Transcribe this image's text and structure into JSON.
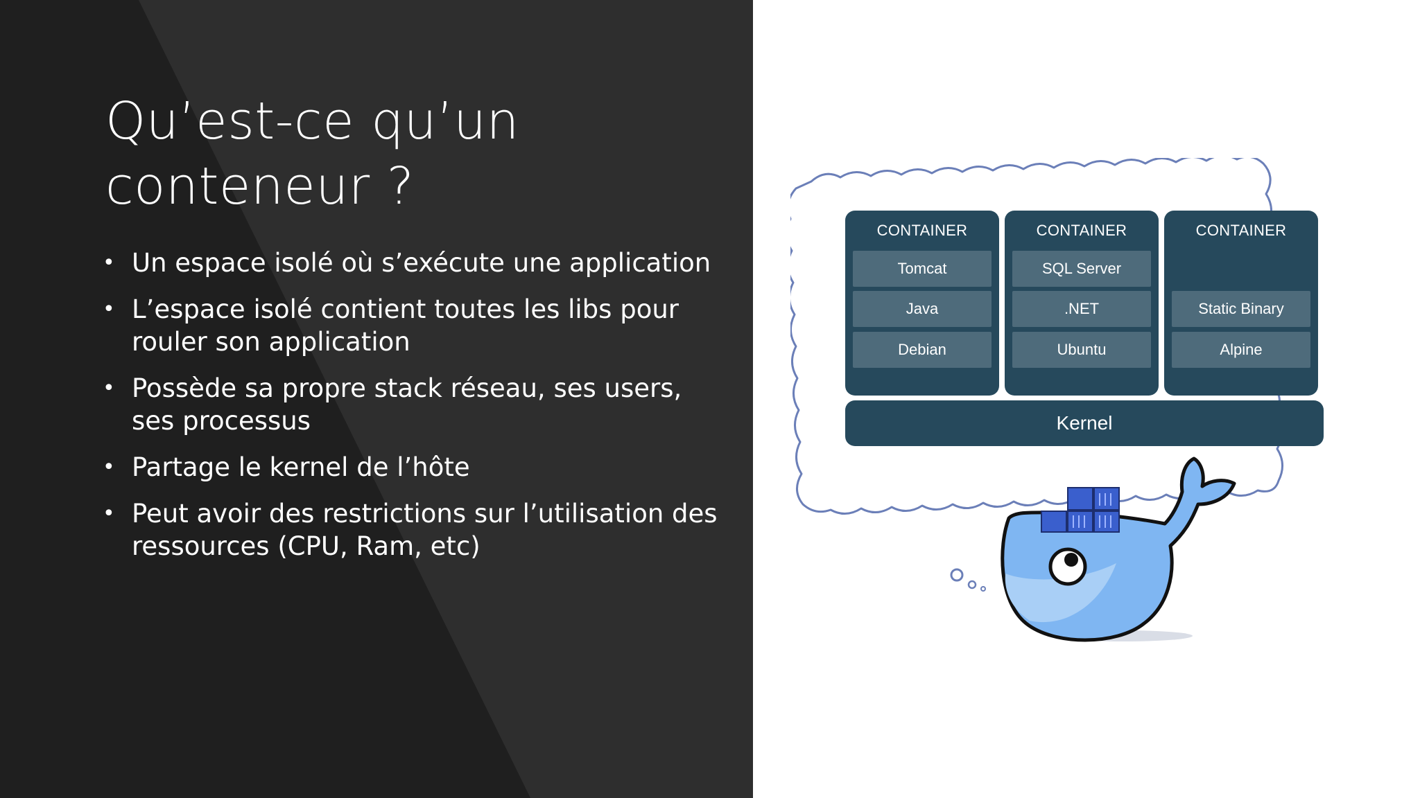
{
  "slide": {
    "title_line1": "Qu’est-ce qu’un",
    "title_line2": "conteneur ?",
    "bullets": [
      "Un espace isolé où s’exécute une application",
      "L’espace isolé contient toutes les libs pour rouler son application",
      "Possède sa propre stack réseau, ses users, ses processus",
      "Partage le kernel de l’hôte",
      "Peut avoir des restrictions sur l’utilisation des ressources (CPU, Ram, etc)"
    ],
    "bullet_symbol": "•"
  },
  "diagram": {
    "containers": [
      {
        "label": "CONTAINER",
        "layers": [
          "Tomcat",
          "Java",
          "Debian"
        ]
      },
      {
        "label": "CONTAINER",
        "layers": [
          "SQL Server",
          ".NET",
          "Ubuntu"
        ]
      },
      {
        "label": "CONTAINER",
        "layers": [
          "",
          "Static Binary",
          "Alpine"
        ]
      }
    ],
    "kernel_label": "Kernel",
    "illustration": "docker-whale-thought-bubble"
  },
  "colors": {
    "left_bg": "#1f1f1f",
    "left_bg_stripe": "#2e2e2e",
    "container_bg": "#26495c",
    "layer_bg": "#4e6b7b",
    "whale_blue": "#7fb6f2",
    "cloud_outline": "#6b7fb8"
  }
}
